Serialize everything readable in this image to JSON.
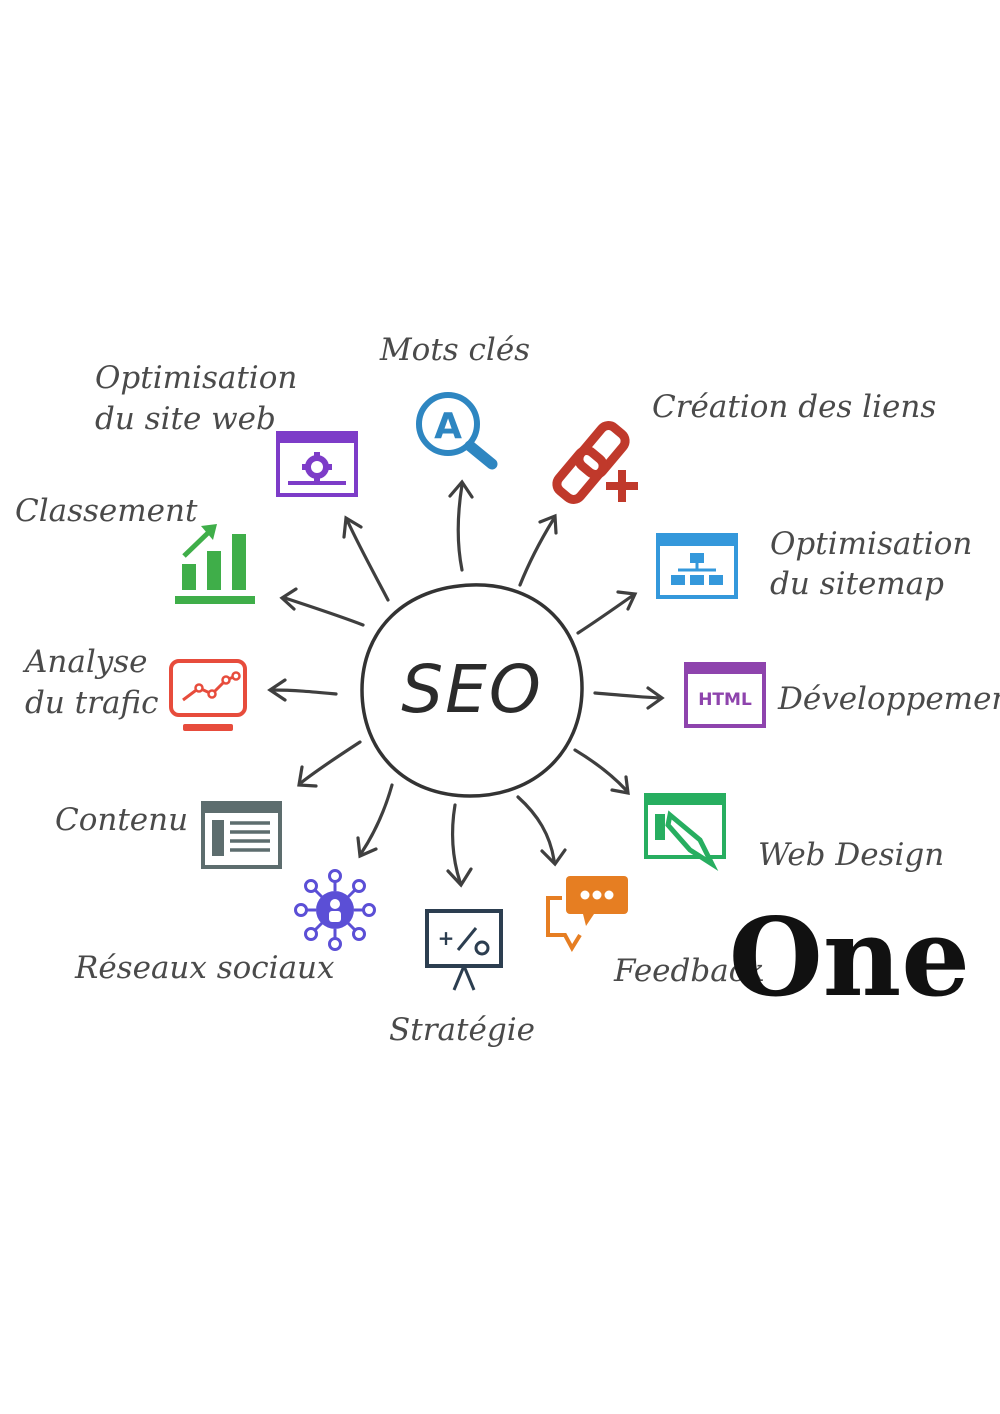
{
  "center": {
    "label": "SEO"
  },
  "nodes": {
    "mots_cles": {
      "label": "Mots clés",
      "icon": "magnifier-a-icon",
      "color": "#2e86c1"
    },
    "creation_liens": {
      "label": "Création des liens",
      "icon": "chain-link-plus-icon",
      "color": "#c0392b"
    },
    "optimisation_sitemap": {
      "line1": "Optimisation",
      "line2": "du sitemap",
      "icon": "sitemap-window-icon",
      "color": "#3498db"
    },
    "developpement": {
      "label": "Développement",
      "icon": "html-window-icon",
      "icon_text": "HTML",
      "color": "#8e44ad"
    },
    "web_design": {
      "label": "Web Design",
      "icon": "web-design-window-icon",
      "color": "#27ae60"
    },
    "feedback": {
      "label": "Feedback",
      "icon": "speech-bubbles-icon",
      "color": "#e67e22"
    },
    "strategie": {
      "label": "Stratégie",
      "icon": "strategy-board-icon",
      "color": "#2c3e50"
    },
    "reseaux_sociaux": {
      "label": "Réseaux sociaux",
      "icon": "social-network-icon",
      "color": "#5b4fd6"
    },
    "contenu": {
      "label": "Contenu",
      "icon": "document-icon",
      "color": "#5d6d6e"
    },
    "analyse_trafic": {
      "line1": "Analyse",
      "line2": "du trafic",
      "icon": "analytics-monitor-icon",
      "color": "#e74c3c"
    },
    "classement": {
      "label": "Classement",
      "icon": "bar-chart-icon",
      "color": "#3fae49"
    },
    "optimisation_site": {
      "line1": "Optimisation",
      "line2": "du site web",
      "icon": "gear-window-icon",
      "color": "#7d3cc8"
    }
  },
  "logo": {
    "text": "One"
  }
}
